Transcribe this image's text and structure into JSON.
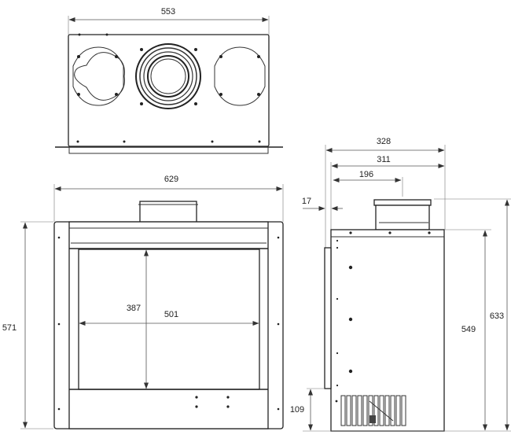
{
  "top_view": {
    "width_label": "553"
  },
  "front_view": {
    "width_label": "629",
    "height_label": "571",
    "opening_width_label": "501",
    "opening_height_label": "387"
  },
  "side_view": {
    "depth_total_label": "328",
    "depth_body_label": "311",
    "flue_offset_label": "196",
    "frame_offset_label": "17",
    "body_height_label": "549",
    "total_height_label": "633",
    "base_height_label": "109"
  }
}
